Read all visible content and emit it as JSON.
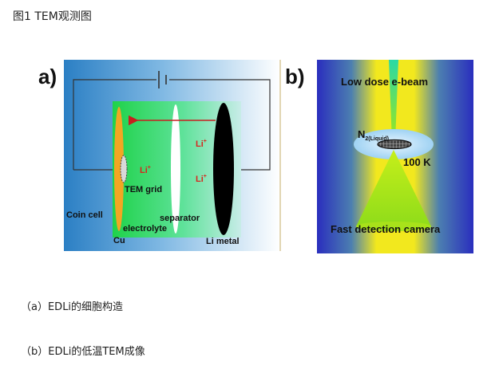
{
  "page": {
    "title": "图1 TEM观测图"
  },
  "panel_a": {
    "label": "a)",
    "li_ion_labels": [
      "Li",
      "Li",
      "Li"
    ],
    "li_ion_superscript": "+",
    "tem_grid": "TEM grid",
    "coin_cell": "Coin cell",
    "cu": "Cu",
    "electrolyte": "electrolyte",
    "separator": "separator",
    "li_metal": "Li metal"
  },
  "panel_b": {
    "label": "b)",
    "beam": "Low dose e-beam",
    "n2_base": "N",
    "n2_subscript": "2(Liquid)",
    "temperature": "100 K",
    "camera": "Fast detection camera"
  },
  "captions": {
    "a": "（a）EDLi的细胞构造",
    "b": "（b）EDLi的低温TEM成像"
  },
  "colors": {
    "panel_a_blue": "#2b7fc4",
    "electrolyte_green": "#22d448",
    "cu_orange": "#f3a623",
    "arrow_red": "#c81e1e",
    "panel_b_blue": "#2a2ebe",
    "panel_b_yellow": "#f2e81e",
    "beam_green": "#9ee61a"
  }
}
